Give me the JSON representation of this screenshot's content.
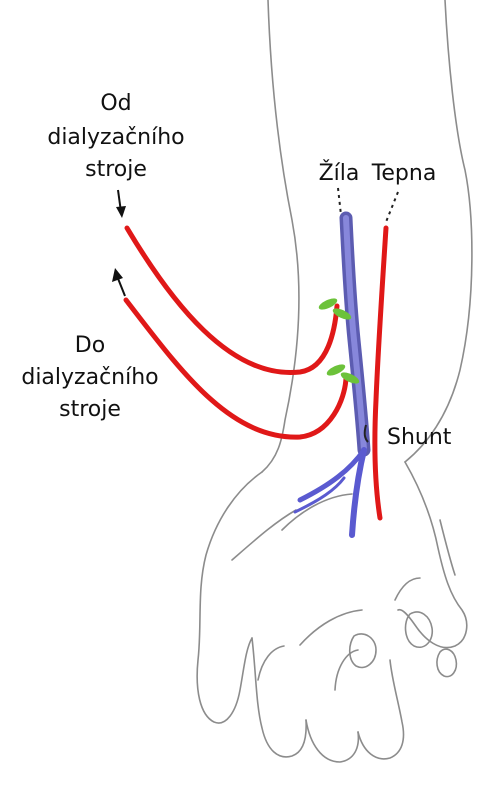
{
  "labels": {
    "from_machine": [
      "Od",
      "dialyzačního",
      "stroje"
    ],
    "to_machine": [
      "Do",
      "dialyzačního",
      "stroje"
    ],
    "vein": "Žíla",
    "artery": "Tepna",
    "shunt": "Shunt"
  },
  "colors": {
    "artery": "#e01818",
    "vein": "#6e6ec8",
    "clamp": "#6cc23a",
    "outline": "#8c8c8c"
  }
}
